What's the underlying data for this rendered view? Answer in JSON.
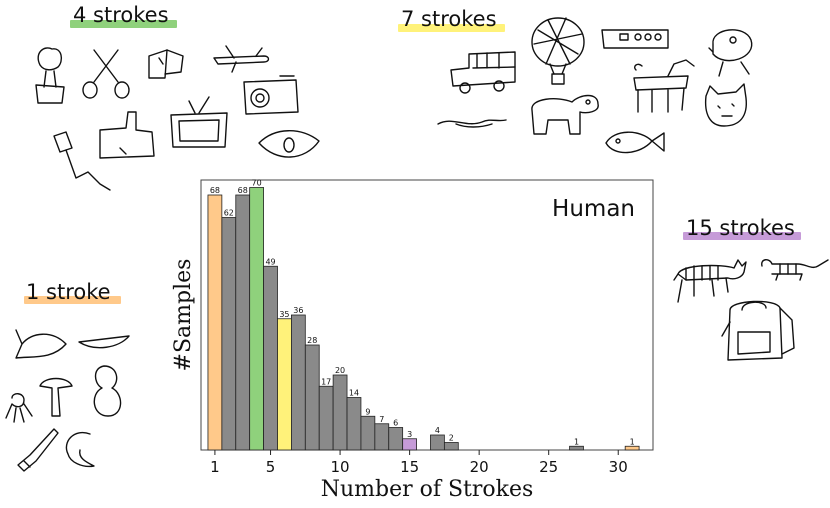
{
  "groups": {
    "four": {
      "label": "4 strokes",
      "color": "#8fd17c"
    },
    "seven": {
      "label": "7 strokes",
      "color": "#fff27a"
    },
    "one": {
      "label": "1 stroke",
      "color": "#ffc98a"
    },
    "fifteen": {
      "label": "15 strokes",
      "color": "#c69bd8"
    }
  },
  "chart_data": {
    "type": "bar",
    "title": "Human",
    "xlabel": "Number of Strokes",
    "ylabel": "#Samples",
    "xlim": [
      0,
      32.5
    ],
    "ylim": [
      0,
      72
    ],
    "xticks": [
      1,
      5,
      10,
      15,
      20,
      25,
      30
    ],
    "x": [
      1,
      2,
      3,
      4,
      5,
      6,
      7,
      8,
      9,
      10,
      11,
      12,
      13,
      14,
      15,
      17,
      18,
      27,
      31
    ],
    "values": [
      68,
      62,
      68,
      70,
      49,
      35,
      36,
      28,
      17,
      20,
      14,
      9,
      7,
      6,
      3,
      4,
      2,
      1,
      1
    ],
    "colors": [
      "#ffc98a",
      "#8a8a8a",
      "#8a8a8a",
      "#8fd17c",
      "#8a8a8a",
      "#fff27a",
      "#8a8a8a",
      "#8a8a8a",
      "#8a8a8a",
      "#8a8a8a",
      "#8a8a8a",
      "#8a8a8a",
      "#8a8a8a",
      "#8a8a8a",
      "#c69bd8",
      "#8a8a8a",
      "#8a8a8a",
      "#8a8a8a",
      "#ffc98a"
    ],
    "grid": false
  }
}
